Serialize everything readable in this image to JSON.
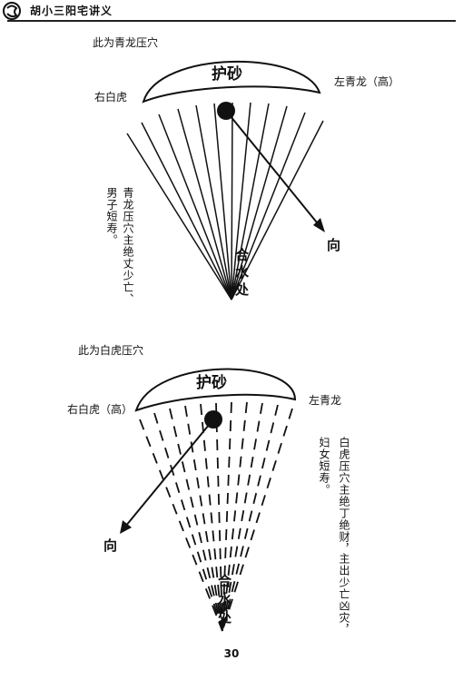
{
  "header": {
    "title": "胡小三阳宅讲义"
  },
  "diagram1": {
    "caption": "此为青龙压穴",
    "band_label": "护砂",
    "left_label": "右白虎",
    "right_label": "左青龙（高）",
    "direction_label": "向",
    "confluence_chars": [
      "合",
      "水",
      "处"
    ],
    "note_col1": "青龙压穴主绝丈少亡、",
    "note_col2": "男子短寿。"
  },
  "diagram2": {
    "caption": "此为白虎压穴",
    "band_label": "护砂",
    "left_label": "右白虎（高）",
    "right_label": "左青龙",
    "direction_label": "向",
    "confluence_chars": [
      "合",
      "水",
      "处"
    ],
    "note_col1": "白虎压穴主绝丁绝财，",
    "note_col2": "主出少亡凶灾，",
    "note_col3": "妇女短寿。"
  },
  "footer": {
    "page_number": "30"
  }
}
